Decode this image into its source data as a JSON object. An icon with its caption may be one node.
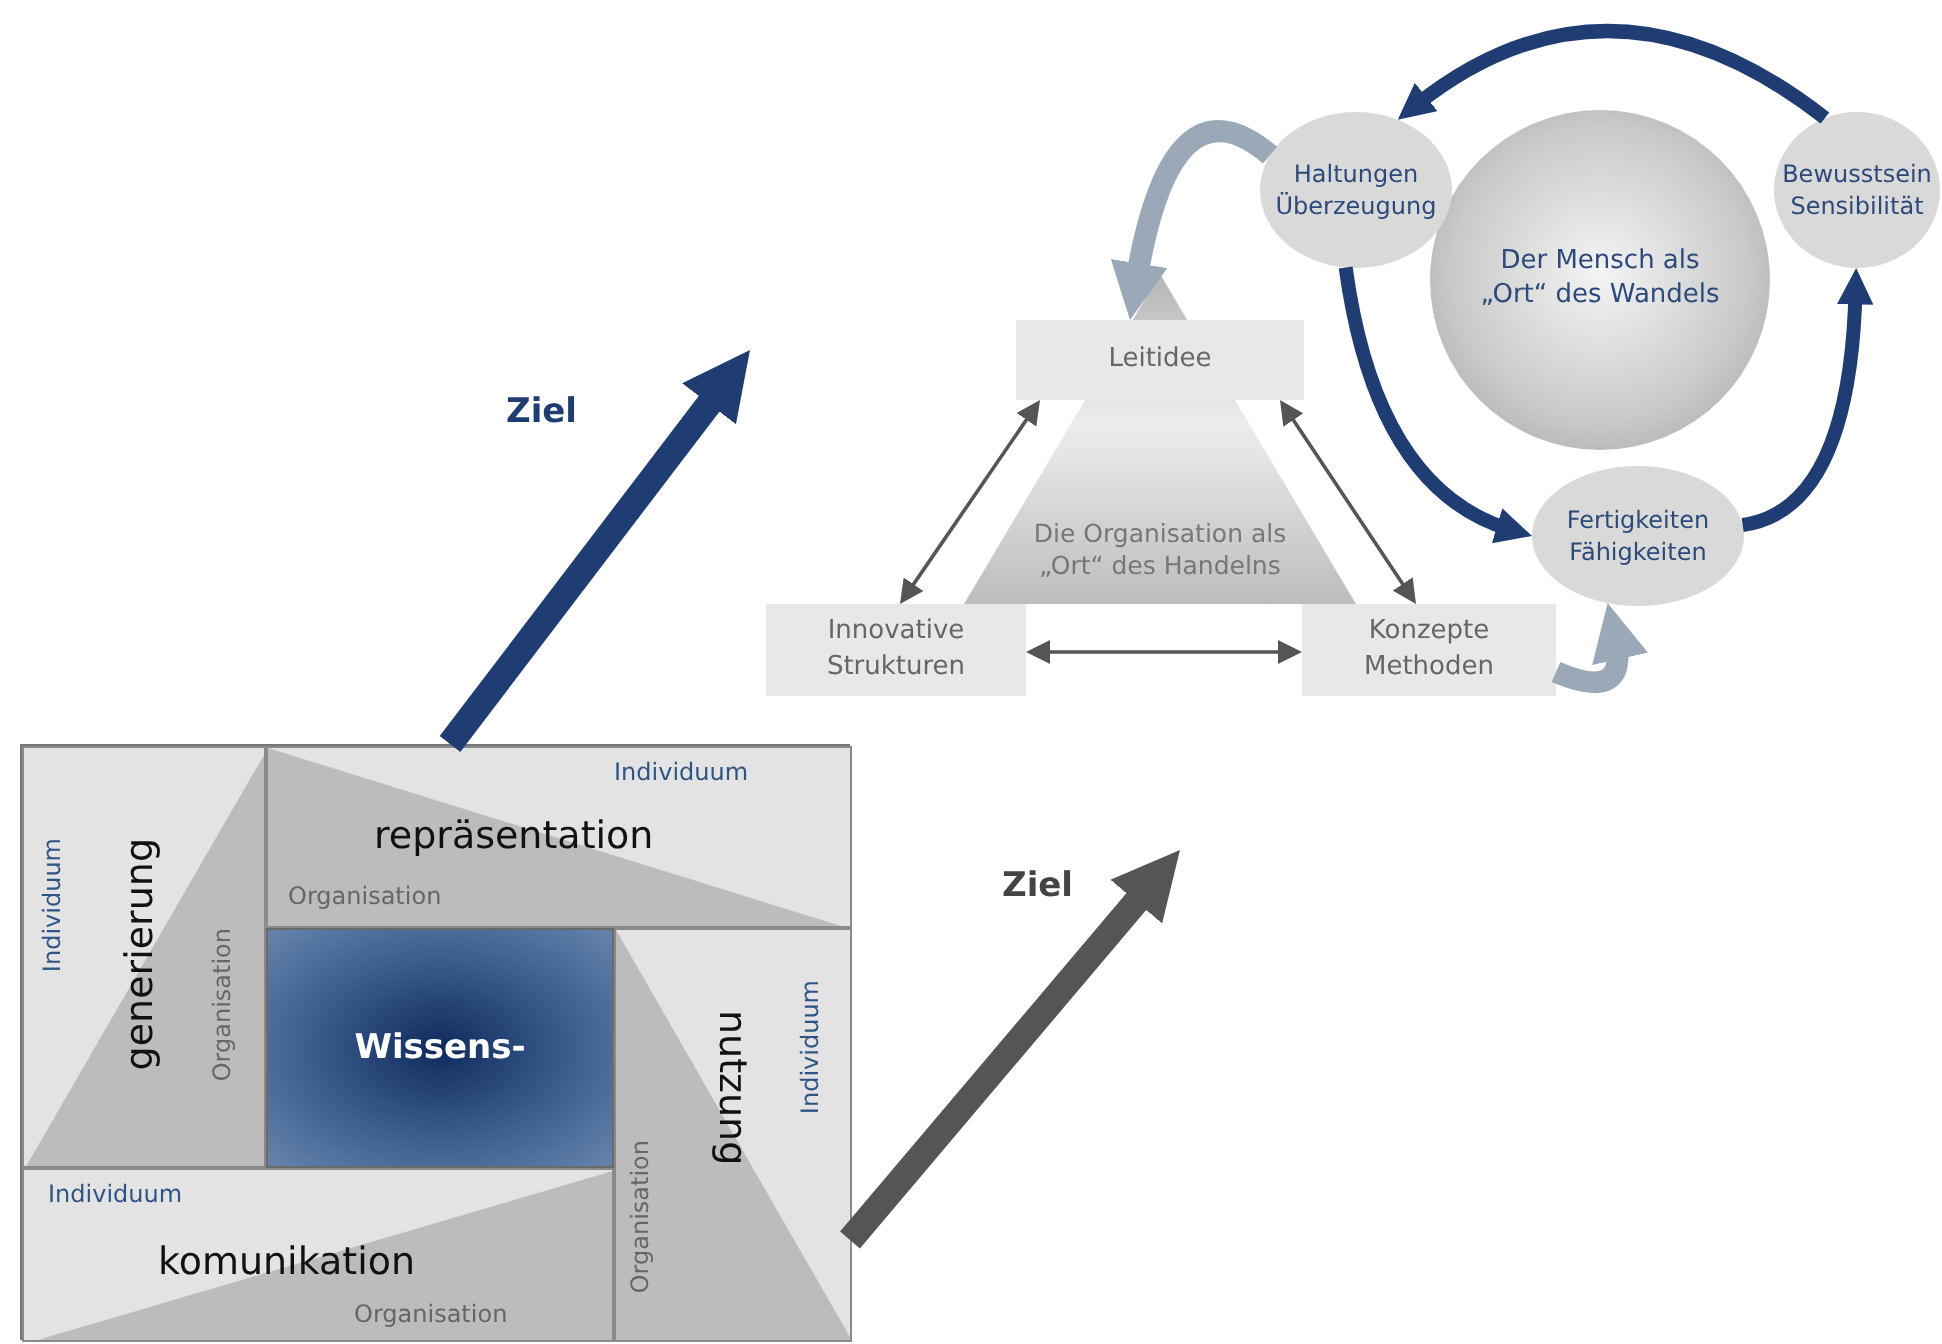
{
  "diagram": {
    "nodes": [
      {
        "text": [
          "Der Mensch als „Ort“ des Wandels"
        ]
      },
      {
        "text": [
          "Haltungen Überzeugung"
        ]
      },
      {
        "text": [
          "Bewusstsein Sensibilität"
        ]
      },
      {
        "text": [
          "Fertigkeiten Fähigkeiten"
        ]
      },
      {
        "text": [
          "Leitidee"
        ],
        "in": 5
      },
      {
        "text": [
          "Die Organisation als „Ort“ des Handelns"
        ]
      },
      {
        "text": [
          "Innovative Strukturen"
        ]
      },
      {
        "text": [
          "Konzepte Methoden"
        ]
      },
      {
        "text": [],
        "shape": "box"
      },
      {
        "text": [
          "Individuum",
          "generierung",
          "Organisation"
        ],
        "in": 8
      },
      {
        "text": [
          "Individuum",
          "repräsentation",
          "Organisation"
        ],
        "in": 8
      },
      {
        "text": [
          "Wissens-"
        ],
        "in": 8
      },
      {
        "text": [
          "Organisation",
          "nutzung",
          "Individuum"
        ],
        "in": 8
      },
      {
        "text": [
          "Individuum",
          "komunikation",
          "Organisation"
        ],
        "in": 8
      }
    ],
    "edges": [
      {
        "from": 1,
        "to": 3,
        "arrow": "to",
        "color": "#1f3d73"
      },
      {
        "from": 3,
        "to": 2,
        "arrow": "to",
        "color": "#1f3d73"
      },
      {
        "from": 2,
        "to": 1,
        "arrow": "to",
        "color": "#1f3d73"
      },
      {
        "from": 4,
        "to": 6,
        "arrow": "both"
      },
      {
        "from": 4,
        "to": 7,
        "arrow": "both"
      },
      {
        "from": 6,
        "to": 7,
        "arrow": "both"
      },
      {
        "from": 1,
        "to": 4,
        "arrow": "to",
        "color": "#9aa8b8"
      },
      {
        "from": 7,
        "to": 3,
        "arrow": "to",
        "color": "#9aa8b8"
      },
      {
        "from": 8,
        "to": null,
        "arrow": "to",
        "style": "thick",
        "color": "#1f3d73",
        "label": "Ziel"
      },
      {
        "from": 8,
        "to": null,
        "arrow": "to",
        "style": "thick",
        "label": "Ziel"
      }
    ]
  }
}
